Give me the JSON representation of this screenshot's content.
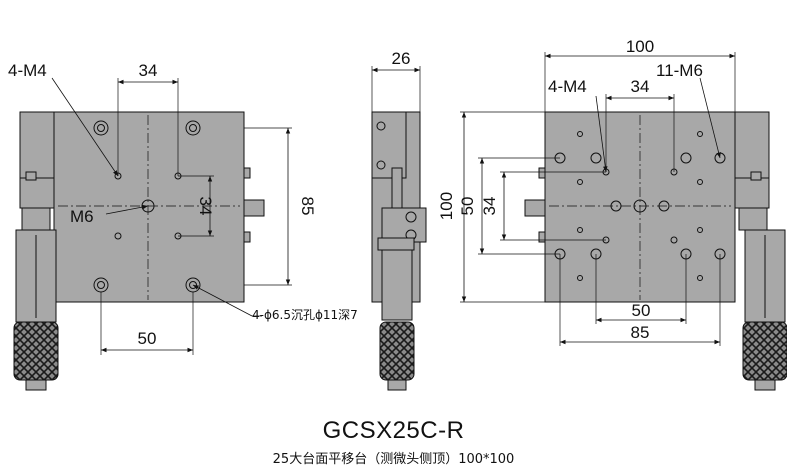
{
  "title": "GCSX25C-R",
  "subtitle": "25大台面平移台（测微头侧顶）100*100",
  "colors": {
    "body": "#a8a8a8",
    "body_dark": "#8e8e8e",
    "line": "#111111",
    "knurl": "#8a8a8a"
  },
  "front_view": {
    "dim_top": "34",
    "dim_right_outer": "85",
    "dim_right_inner": "34",
    "dim_bottom": "50",
    "label_m4": "4-M4",
    "label_m6": "M6",
    "label_counterbore": "4-ϕ6.5沉孔ϕ11深7"
  },
  "side_view": {
    "dim_width": "26"
  },
  "back_view": {
    "dim_top_outer": "100",
    "dim_top_inner": "34",
    "dim_left_outer": "100",
    "dim_left_mid": "50",
    "dim_left_inner": "34",
    "dim_bottom_inner": "50",
    "dim_bottom_outer": "85",
    "label_m4": "4-M4",
    "label_m6": "11-M6"
  }
}
